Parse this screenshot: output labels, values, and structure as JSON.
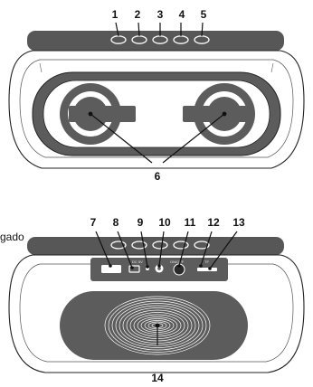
{
  "figure": {
    "side_text": "gado",
    "top_labels": [
      "1",
      "2",
      "3",
      "4",
      "5"
    ],
    "speaker_label": "6",
    "port_labels": [
      "7",
      "8",
      "9",
      "10",
      "11",
      "12",
      "13"
    ],
    "bottom_label": "14",
    "port_texts": [
      "",
      "DC 5V",
      "",
      "",
      "ON/OFF",
      "",
      "TF"
    ]
  }
}
